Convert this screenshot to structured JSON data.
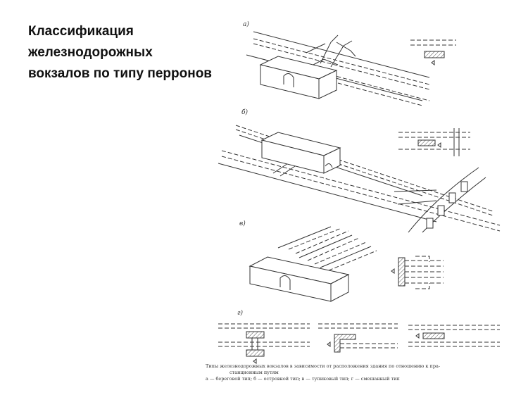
{
  "slide": {
    "title_lines": [
      "Классификация",
      "железнодорожных",
      "вокзалов по типу перронов"
    ]
  },
  "figure": {
    "labels": {
      "a": "а)",
      "b": "б)",
      "v": "в)",
      "g": "г)"
    },
    "caption_lines": [
      "Типы железнодорожных вокзалов в зависимости от расположения здания по отношению к пра-",
      "станционным путям",
      "а — береговой тип; б — островной тип; в — тупиковый тип; г — смешанный тип"
    ]
  }
}
